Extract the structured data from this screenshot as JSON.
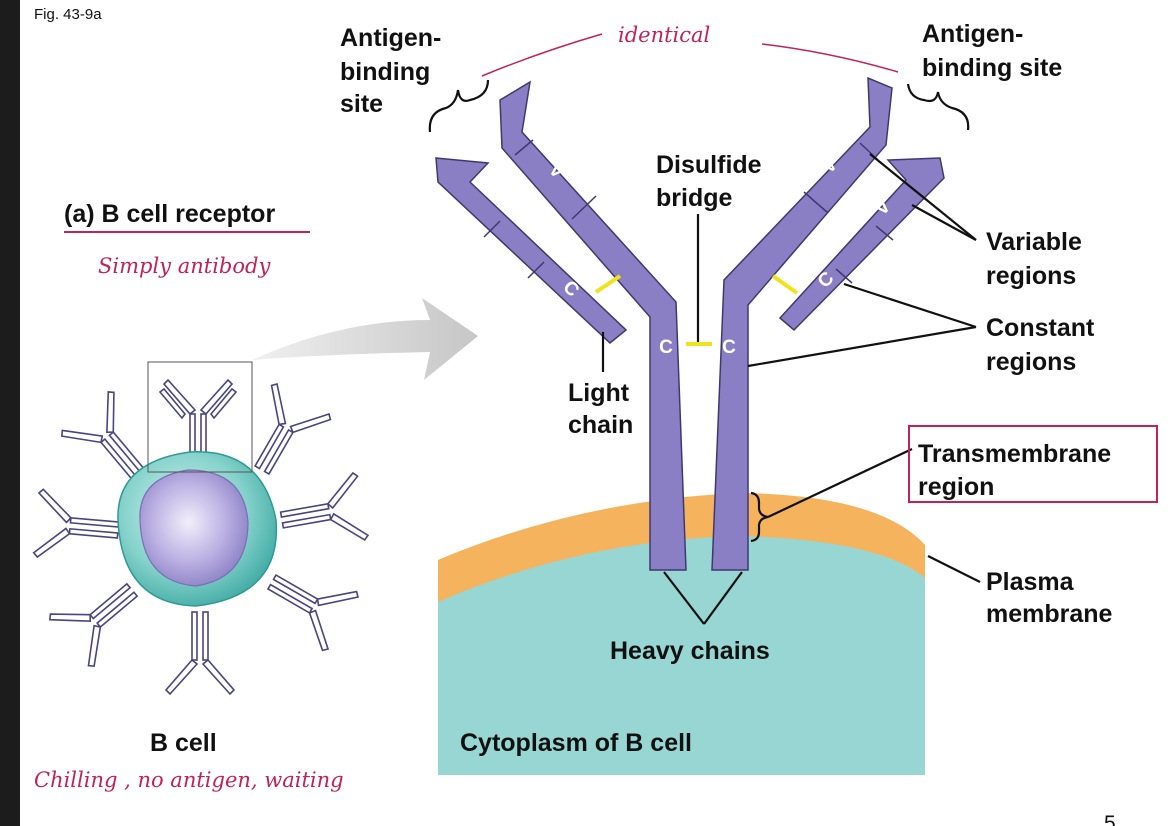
{
  "figure": {
    "number": "Fig. 43-9a",
    "page_number": "5"
  },
  "title": {
    "label": "(a) B cell receptor"
  },
  "labels": {
    "antigen_left": [
      "Antigen-",
      "binding",
      "site"
    ],
    "antigen_right": [
      "Antigen-",
      "binding site"
    ],
    "disulfide": [
      "Disulfide",
      "bridge"
    ],
    "variable": [
      "Variable",
      "regions"
    ],
    "constant": [
      "Constant",
      "regions"
    ],
    "light_chain": [
      "Light",
      "chain"
    ],
    "transmembrane": [
      "Transmembrane",
      "region"
    ],
    "plasma": [
      "Plasma",
      "membrane"
    ],
    "heavy_chains": "Heavy chains",
    "cytoplasm": "Cytoplasm of B cell",
    "b_cell": "B cell"
  },
  "segment_letters": {
    "variable": "V",
    "constant": "C"
  },
  "annotations": {
    "identical": "identical",
    "simply_antibody": "Simply antibody",
    "chilling": "Chilling , no antigen, waiting"
  },
  "colors": {
    "chain": "#8a7fc4",
    "membrane": "#f5b35d",
    "cytoplasm": "#98d6d3",
    "disulfide": "#f2e21c",
    "annotation_ink": "#c0235a",
    "arrow": "#d0d0d0"
  }
}
